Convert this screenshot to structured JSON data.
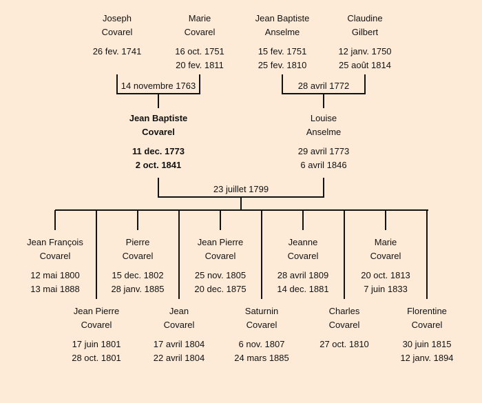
{
  "grandparents": [
    {
      "first": "Joseph",
      "last": "Covarel",
      "born": "26 fev. 1741",
      "died": ""
    },
    {
      "first": "Marie",
      "last": "Covarel",
      "born": "16 oct. 1751",
      "died": "20 fev. 1811"
    },
    {
      "first": "Jean Baptiste",
      "last": "Anselme",
      "born": "15 fev. 1751",
      "died": "25 fev. 1810"
    },
    {
      "first": "Claudine",
      "last": "Gilbert",
      "born": "12 janv. 1750",
      "died": "25 août 1814"
    }
  ],
  "grandparent_marriages": [
    "14 novembre 1763",
    "28 avril 1772"
  ],
  "parents": [
    {
      "first": "Jean Baptiste",
      "last": "Covarel",
      "born": "11 dec. 1773",
      "died": "2 oct. 1841"
    },
    {
      "first": "Louise",
      "last": "Anselme",
      "born": "29 avril 1773",
      "died": "6 avril 1846"
    }
  ],
  "parent_marriage": "23 juillet 1799",
  "children": [
    {
      "first": "Jean François",
      "last": "Covarel",
      "born": "12 mai 1800",
      "died": "13 mai 1888"
    },
    {
      "first": "Jean Pierre",
      "last": "Covarel",
      "born": "17 juin 1801",
      "died": "28 oct. 1801"
    },
    {
      "first": "Pierre",
      "last": "Covarel",
      "born": "15 dec. 1802",
      "died": "28 janv. 1885"
    },
    {
      "first": "Jean",
      "last": "Covarel",
      "born": "17 avril 1804",
      "died": "22 avril 1804"
    },
    {
      "first": "Jean Pierre",
      "last": "Covarel",
      "born": "25 nov. 1805",
      "died": "20 dec. 1875"
    },
    {
      "first": "Saturnin",
      "last": "Covarel",
      "born": "6 nov. 1807",
      "died": "24 mars 1885"
    },
    {
      "first": "Jeanne",
      "last": "Covarel",
      "born": "28 avril 1809",
      "died": "14 dec. 1881"
    },
    {
      "first": "Charles",
      "last": "Covarel",
      "born": "27 oct. 1810",
      "died": ""
    },
    {
      "first": "Marie",
      "last": "Covarel",
      "born": "20 oct. 1813",
      "died": "7 juin 1833"
    },
    {
      "first": "Florentine",
      "last": "Covarel",
      "born": "30 juin 1815",
      "died": "12 janv. 1894"
    }
  ]
}
